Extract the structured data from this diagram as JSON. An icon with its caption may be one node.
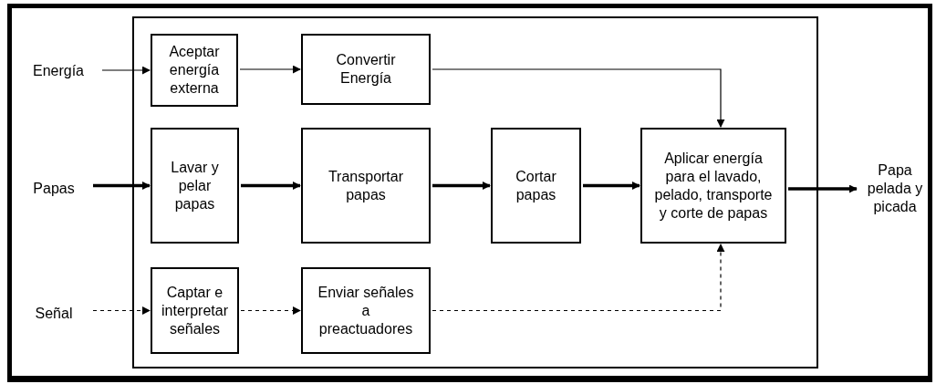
{
  "diagram": {
    "nodes": [
      {
        "text": [],
        "shape": "box"
      },
      {
        "text": [
          "Energía"
        ]
      },
      {
        "text": [
          "Aceptar energía externa"
        ],
        "in": 0
      },
      {
        "text": [
          "Convertir Energía"
        ],
        "in": 0
      },
      {
        "text": [
          "Papas"
        ]
      },
      {
        "text": [
          "Lavar y pelar papas"
        ],
        "in": 0
      },
      {
        "text": [
          "Transportar papas"
        ],
        "in": 0
      },
      {
        "text": [
          "Cortar papas"
        ],
        "in": 0
      },
      {
        "text": [
          "Aplicar energía para el lavado, pelado, transporte y corte de papas"
        ],
        "in": 0
      },
      {
        "text": [
          "Papa pelada y picada"
        ]
      },
      {
        "text": [
          "Señal"
        ]
      },
      {
        "text": [
          "Captar e interpretar señales"
        ],
        "in": 0
      },
      {
        "text": [
          "Enviar señales a preactuadores"
        ],
        "in": 0
      }
    ],
    "edges": [
      {
        "from": 1,
        "to": 2,
        "arrow": "to"
      },
      {
        "from": 2,
        "to": 3,
        "arrow": "to"
      },
      {
        "from": 3,
        "to": 8,
        "arrow": "to"
      },
      {
        "from": 4,
        "to": 5,
        "arrow": "to",
        "style": "thick"
      },
      {
        "from": 5,
        "to": 6,
        "arrow": "to",
        "style": "thick"
      },
      {
        "from": 6,
        "to": 7,
        "arrow": "to",
        "style": "thick"
      },
      {
        "from": 7,
        "to": 8,
        "arrow": "to",
        "style": "thick"
      },
      {
        "from": 8,
        "to": 9,
        "arrow": "to",
        "style": "thick"
      },
      {
        "from": 10,
        "to": 11,
        "arrow": "to",
        "style": "dashed"
      },
      {
        "from": 11,
        "to": 12,
        "arrow": "to",
        "style": "dashed"
      },
      {
        "from": 12,
        "to": 8,
        "arrow": "to",
        "style": "dashed"
      }
    ]
  }
}
